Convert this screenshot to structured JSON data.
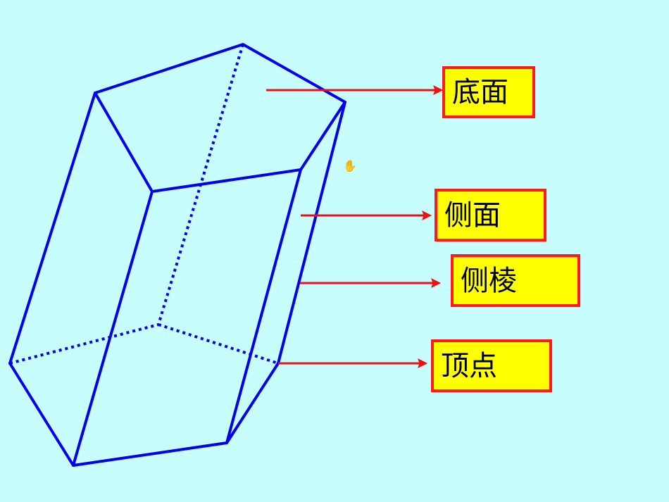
{
  "diagram": {
    "title": "",
    "subject": "pentagonal prism",
    "colors": {
      "background": "#c8fdfd",
      "edge": "#0000ee",
      "arrow": "#ee1111",
      "label_fill": "#ffff00",
      "label_border": "#ff1a1a",
      "label_text": "#000000"
    },
    "labels": [
      {
        "id": "base",
        "text": "底面"
      },
      {
        "id": "lateral-face",
        "text": "侧面"
      },
      {
        "id": "lateral-edge",
        "text": "侧棱"
      },
      {
        "id": "vertex",
        "text": "顶点"
      }
    ],
    "cursor": "hand-cursor"
  }
}
